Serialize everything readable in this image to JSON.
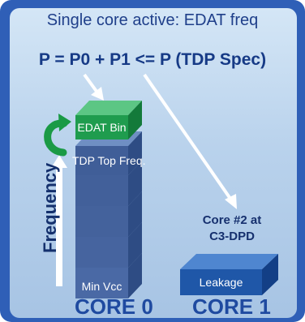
{
  "title": "Single core active: EDAT freq",
  "formula": "P = P0 + P1 <= P (TDP Spec)",
  "core0": {
    "blocks": {
      "edat_bin": "EDAT Bin",
      "tdp_top_freq": "TDP Top Freq.",
      "min_vcc": "Min Vcc"
    },
    "label": "CORE 0"
  },
  "core1": {
    "status_line1": "Core #2 at",
    "status_line2": "C3-DPD",
    "block": "Leakage",
    "label": "CORE 1"
  },
  "axis_label": "Frequency",
  "colors": {
    "edat_block": "#1f9c4e",
    "stack_block": "#3e5f98",
    "leakage_block": "#1f57a8",
    "frame": "#2f5fb7"
  }
}
